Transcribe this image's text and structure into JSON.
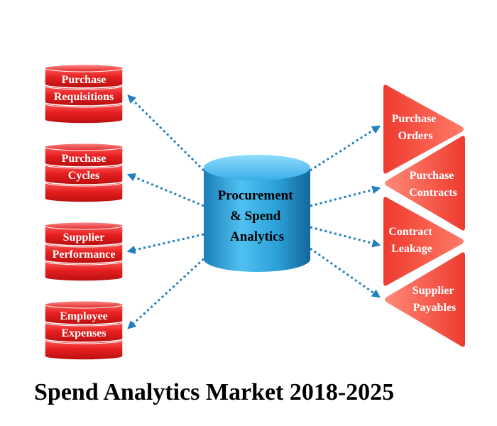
{
  "title": "Spend Analytics Market 2018-2025",
  "colors": {
    "source_red": "#e61f20",
    "source_red_light": "#ff6b6b",
    "output_coral": "#f2463a",
    "output_coral_light": "#ff8a78",
    "hub_blue": "#2a9fd8",
    "arrow_blue": "#1f7fbf"
  },
  "hub": {
    "lines": [
      "Procurement",
      "& Spend",
      "Analytics"
    ]
  },
  "sources": [
    {
      "lines": [
        "Purchase",
        "Requisitions"
      ]
    },
    {
      "lines": [
        "Purchase",
        "Cycles"
      ]
    },
    {
      "lines": [
        "Supplier",
        "Performance"
      ]
    },
    {
      "lines": [
        "Employee",
        "Expenses"
      ]
    }
  ],
  "outputs": [
    {
      "lines": [
        "Purchase",
        "Orders"
      ]
    },
    {
      "lines": [
        "Purchase",
        "Contracts"
      ]
    },
    {
      "lines": [
        "Contract",
        "Leakage"
      ]
    },
    {
      "lines": [
        "Supplier",
        "Payables"
      ]
    }
  ]
}
